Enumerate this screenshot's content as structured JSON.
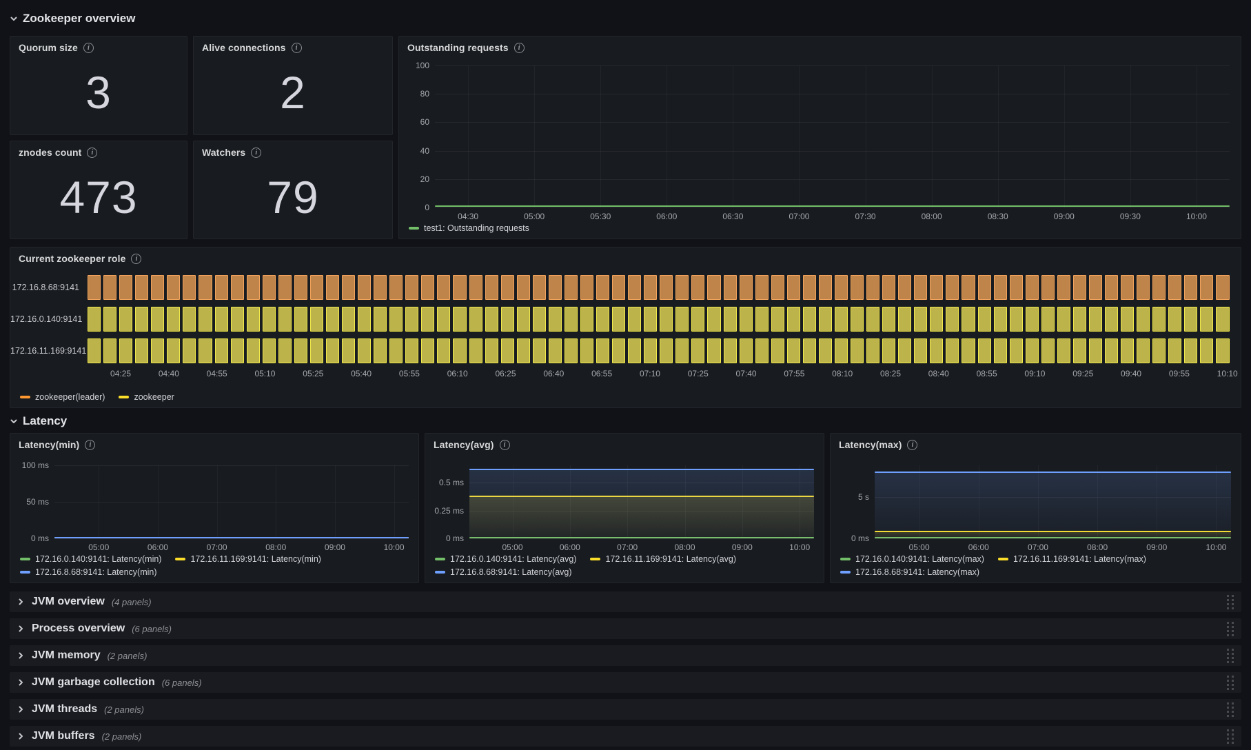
{
  "sections": {
    "overview": {
      "title": "Zookeeper overview"
    },
    "latency": {
      "title": "Latency"
    }
  },
  "stats": [
    {
      "title": "Quorum size",
      "value": "3"
    },
    {
      "title": "Alive connections",
      "value": "2"
    },
    {
      "title": "znodes count",
      "value": "473"
    },
    {
      "title": "Watchers",
      "value": "79"
    }
  ],
  "outstanding": {
    "title": "Outstanding requests",
    "type": "line",
    "y_ticks": [
      "100",
      "80",
      "60",
      "40",
      "20",
      "0"
    ],
    "x_ticks": [
      "04:30",
      "05:00",
      "05:30",
      "06:00",
      "06:30",
      "07:00",
      "07:30",
      "08:00",
      "08:30",
      "09:00",
      "09:30",
      "10:00"
    ],
    "series": [
      {
        "label": "test1: Outstanding requests",
        "color": "#73BF69",
        "value": 0
      }
    ],
    "ylim": [
      0,
      100
    ]
  },
  "role_timeline": {
    "title": "Current zookeeper role",
    "type": "state-timeline",
    "rows": [
      {
        "label": "172.16.8.68:9141",
        "state": "zookeeper(leader)"
      },
      {
        "label": "172.16.0.140:9141",
        "state": "zookeeper"
      },
      {
        "label": "172.16.11.169:9141",
        "state": "zookeeper"
      }
    ],
    "bar_count": 72,
    "state_colors": {
      "zookeeper(leader)": {
        "fill": "#BE8449",
        "border": "#F3A45C"
      },
      "zookeeper": {
        "fill": "#BCB44A",
        "border": "#F0E94A"
      }
    },
    "x_ticks": [
      "04:25",
      "04:40",
      "04:55",
      "05:10",
      "05:25",
      "05:40",
      "05:55",
      "06:10",
      "06:25",
      "06:40",
      "06:55",
      "07:10",
      "07:25",
      "07:40",
      "07:55",
      "08:10",
      "08:25",
      "08:40",
      "08:55",
      "09:10",
      "09:25",
      "09:40",
      "09:55",
      "10:10"
    ],
    "legend": [
      {
        "label": "zookeeper(leader)",
        "color": "#FF9830"
      },
      {
        "label": "zookeeper",
        "color": "#FADE2A"
      }
    ]
  },
  "latency_panels": [
    {
      "title": "Latency(min)",
      "type": "line",
      "y_ticks": [
        "100 ms",
        "50 ms",
        "0 ms"
      ],
      "x_ticks": [
        "05:00",
        "06:00",
        "07:00",
        "08:00",
        "09:00",
        "10:00"
      ],
      "series": [
        {
          "label": "172.16.0.140:9141: Latency(min)",
          "color": "#73BF69",
          "value": 0
        },
        {
          "label": "172.16.11.169:9141: Latency(min)",
          "color": "#FADE2A",
          "value": 0
        },
        {
          "label": "172.16.8.68:9141: Latency(min)",
          "color": "#6E9FFF",
          "value": 0
        }
      ],
      "unit": "ms"
    },
    {
      "title": "Latency(avg)",
      "type": "line",
      "y_ticks": [
        "0.5 ms",
        "0.25 ms",
        "0 ms"
      ],
      "x_ticks": [
        "05:00",
        "06:00",
        "07:00",
        "08:00",
        "09:00",
        "10:00"
      ],
      "series": [
        {
          "label": "172.16.0.140:9141: Latency(avg)",
          "color": "#73BF69",
          "value": 0
        },
        {
          "label": "172.16.11.169:9141: Latency(avg)",
          "color": "#FADE2A",
          "value": 0.38
        },
        {
          "label": "172.16.8.68:9141: Latency(avg)",
          "color": "#6E9FFF",
          "value": 0.62
        }
      ],
      "unit": "ms"
    },
    {
      "title": "Latency(max)",
      "type": "line",
      "y_ticks": [
        "5 s",
        "0 ms"
      ],
      "x_ticks": [
        "05:00",
        "06:00",
        "07:00",
        "08:00",
        "09:00",
        "10:00"
      ],
      "series": [
        {
          "label": "172.16.0.140:9141: Latency(max)",
          "color": "#73BF69",
          "value": 0.02
        },
        {
          "label": "172.16.11.169:9141: Latency(max)",
          "color": "#FADE2A",
          "value": 0.8
        },
        {
          "label": "172.16.8.68:9141: Latency(max)",
          "color": "#6E9FFF",
          "value": 8.0
        }
      ],
      "unit": "s"
    }
  ],
  "collapsed_rows": [
    {
      "title": "JVM overview",
      "panels": "(4 panels)"
    },
    {
      "title": "Process overview",
      "panels": "(6 panels)"
    },
    {
      "title": "JVM memory",
      "panels": "(2 panels)"
    },
    {
      "title": "JVM garbage collection",
      "panels": "(6 panels)"
    },
    {
      "title": "JVM threads",
      "panels": "(2 panels)"
    },
    {
      "title": "JVM buffers",
      "panels": "(2 panels)"
    }
  ]
}
